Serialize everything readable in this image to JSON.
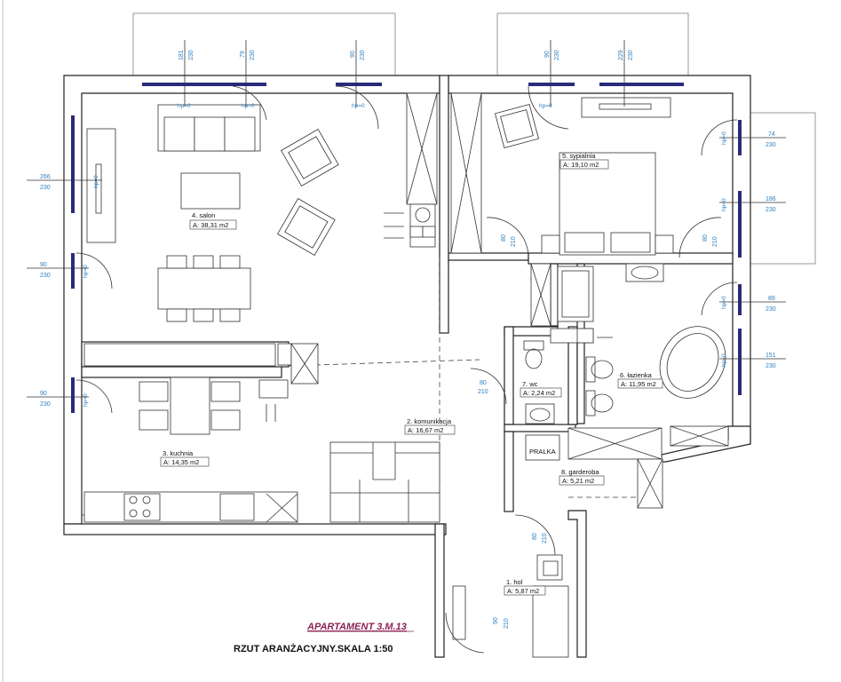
{
  "rooms": {
    "salon": {
      "name": "4. salon",
      "area": "A: 38,31 m2"
    },
    "sypialnia": {
      "name": "5. sypialnia",
      "area": "A: 19,10 m2"
    },
    "kuchnia": {
      "name": "3. kuchnia",
      "area": "A: 14,35 m2"
    },
    "komunikacja": {
      "name": "2. komunikacja",
      "area": "A: 16,67 m2"
    },
    "wc": {
      "name": "7. wc",
      "area": "A: 2,24 m2"
    },
    "lazienka": {
      "name": "6. łazienka",
      "area": "A: 11,95 m2"
    },
    "garderoba": {
      "name": "8. garderoba",
      "area": "A: 5,21 m2"
    },
    "hol": {
      "name": "1. hol",
      "area": "A: 5,87 m2"
    }
  },
  "labels": {
    "pralka": "PRALKA",
    "hp": "hp=0"
  },
  "dimensions": {
    "top_181": {
      "w": "181",
      "h": "230"
    },
    "top_79": {
      "w": "79",
      "h": "230"
    },
    "top_90a": {
      "w": "90",
      "h": "230"
    },
    "top_90b": {
      "w": "90",
      "h": "230"
    },
    "top_229": {
      "w": "229",
      "h": "230"
    },
    "left_266": {
      "w": "266",
      "h": "230"
    },
    "left_90a": {
      "w": "90",
      "h": "230"
    },
    "left_90b": {
      "w": "90",
      "h": "230"
    },
    "right_74": {
      "w": "74",
      "h": "230"
    },
    "right_186": {
      "w": "186",
      "h": "230"
    },
    "right_89": {
      "w": "89",
      "h": "230"
    },
    "right_151": {
      "w": "151",
      "h": "230"
    },
    "door_80a": {
      "w": "80",
      "h": "210"
    },
    "door_80b": {
      "w": "80",
      "h": "210"
    },
    "door_80_wc": {
      "w": "80",
      "h": "210"
    },
    "door_80_gard": {
      "w": "80",
      "h": "210"
    },
    "door_90_entry": {
      "w": "90",
      "h": "210"
    }
  },
  "title": {
    "project": "APARTAMENT 3.M.13",
    "subtitle": "RZUT ARANŻACYJNY.SKALA 1:50"
  },
  "colors": {
    "dimension": "#2b7fc1",
    "title": "#8b2252",
    "window": "#2a2a7a"
  }
}
